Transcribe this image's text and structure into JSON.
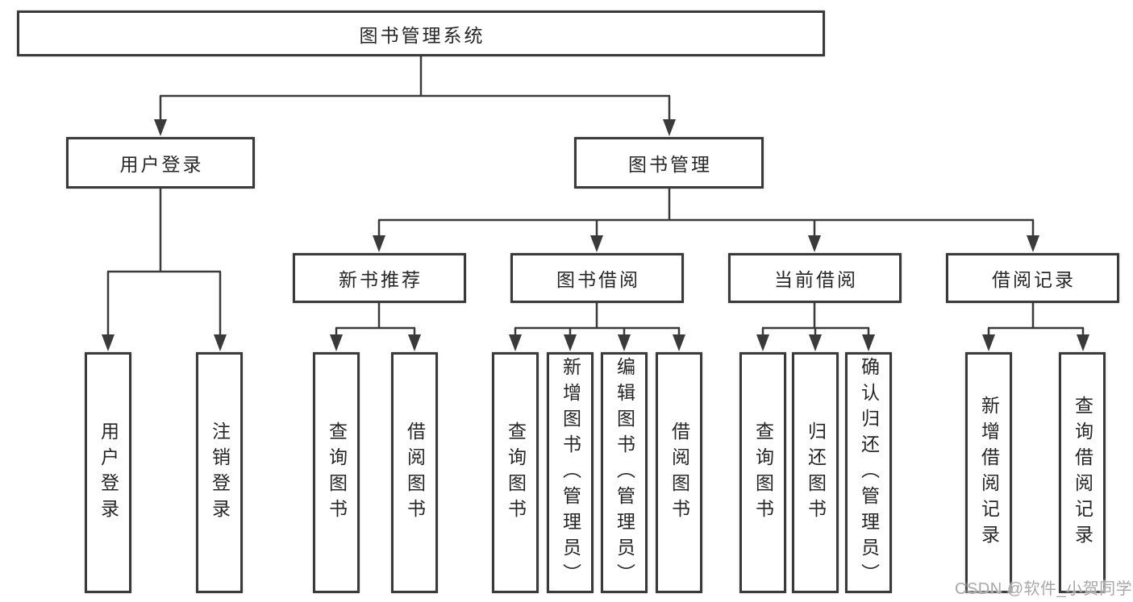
{
  "diagram": {
    "root_label": "图书管理系统",
    "level2": {
      "user_login": "用户登录",
      "book_management": "图书管理"
    },
    "level3": {
      "new_book_recommend": "新书推荐",
      "book_borrow": "图书借阅",
      "current_borrow": "当前借阅",
      "borrow_records": "借阅记录"
    },
    "leaves": {
      "user_login": [
        "用户登录",
        "注销登录"
      ],
      "new_book_recommend": [
        "查询图书",
        "借阅图书"
      ],
      "book_borrow": [
        "查询图书",
        "新增图书（管理员）",
        "编辑图书（管理员）",
        "借阅图书"
      ],
      "current_borrow": [
        "查询图书",
        "归还图书",
        "确认归还（管理员）"
      ],
      "borrow_records": [
        "新增借阅记录",
        "查询借阅记录"
      ]
    }
  },
  "watermark": "CSDN @软件_小贺同学",
  "colors": {
    "line": "#3a3a3a",
    "text": "#262626",
    "watermark": "#a8a8a8",
    "background": "#ffffff"
  }
}
